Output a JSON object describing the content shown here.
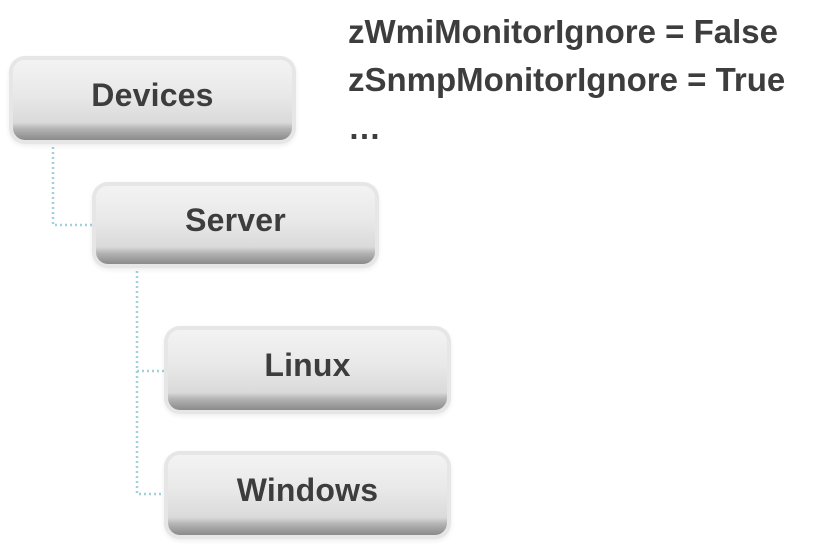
{
  "tree": {
    "nodes": [
      {
        "id": "devices",
        "label": "Devices"
      },
      {
        "id": "server",
        "label": "Server"
      },
      {
        "id": "linux",
        "label": "Linux"
      },
      {
        "id": "windows",
        "label": "Windows"
      }
    ],
    "edges": [
      {
        "from": "devices",
        "to": "server"
      },
      {
        "from": "server",
        "to": "linux"
      },
      {
        "from": "server",
        "to": "windows"
      }
    ]
  },
  "properties": {
    "lines": [
      "zWmiMonitorIgnore = False",
      "zSnmpMonitorIgnore = True",
      "…"
    ]
  },
  "colors": {
    "text": "#3d3d3d",
    "connector": "#9fd2dc",
    "node_fill": "#e8e8e8",
    "node_shadow": "#8a8a8a"
  }
}
